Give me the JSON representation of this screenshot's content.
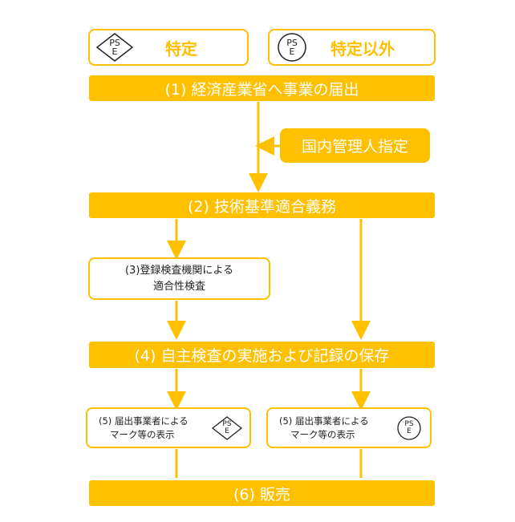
{
  "legend": {
    "specified": {
      "label": "特定",
      "mark": "PSE"
    },
    "non_specified": {
      "label": "特定以外",
      "mark": "PSE"
    }
  },
  "steps": {
    "s1": "(1) 経済産業省へ事業の届出",
    "agent": "国内管理人指定",
    "s2": "(2) 技術基準適合義務",
    "s3_line1": "(3)登録検査機関による",
    "s3_line2": "適合性検査",
    "s4": "(4) 自主検査の実施および記録の保存",
    "s5_line1": "(5) 届出事業者による",
    "s5_line2": "マーク等の表示",
    "s6": "(6) 販売"
  },
  "colors": {
    "accent": "#FFC000"
  }
}
